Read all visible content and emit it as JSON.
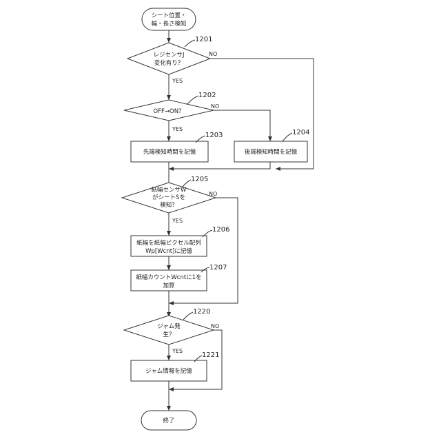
{
  "flowchart": {
    "start": [
      "シート位置・",
      "幅・長さ検知"
    ],
    "d1201": {
      "ref": "1201",
      "text": [
        "レジセンサJ",
        "変化有り？"
      ],
      "yes": "YES",
      "no": "NO"
    },
    "d1202": {
      "ref": "1202",
      "text": [
        "OFF→ON？"
      ],
      "yes": "YES",
      "no": "NO"
    },
    "p1203": {
      "ref": "1203",
      "text": "先端検知時間を記憶"
    },
    "p1204": {
      "ref": "1204",
      "text": "後端検知時間を記憶"
    },
    "d1205": {
      "ref": "1205",
      "text": [
        "紙幅センサW",
        "がシートSを",
        "検知？"
      ],
      "yes": "YES",
      "no": "NO"
    },
    "p1206": {
      "ref": "1206",
      "text": [
        "紙幅を紙幅ピクセル配列",
        "Wp[Wcnt]に記憶"
      ]
    },
    "p1207": {
      "ref": "1207",
      "text": [
        "紙幅カウントWcntに1を",
        "加算"
      ]
    },
    "d1220": {
      "ref": "1220",
      "text": [
        "ジャム発",
        "生？"
      ],
      "yes": "YES",
      "no": "NO"
    },
    "p1221": {
      "ref": "1221",
      "text": "ジャム情報を記憶"
    },
    "end": "終了"
  }
}
